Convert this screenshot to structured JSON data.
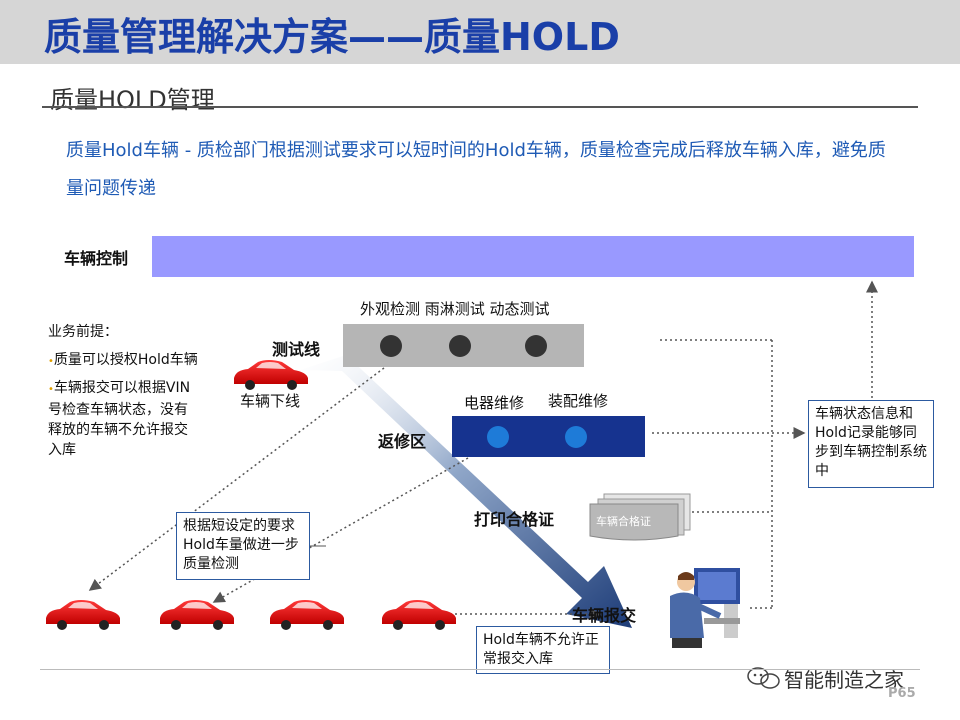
{
  "header": {
    "title": "质量管理解决方案——质量HOLD",
    "subtitle": "质量HOLD管理"
  },
  "intro": {
    "text": "质量Hold车辆 - 质检部门根据测试要求可以短时间的Hold车辆，质量检查完成后释放车辆入库，避免质量问题传递"
  },
  "control": {
    "label": "车辆控制"
  },
  "premise": {
    "title": "业务前提：",
    "items": [
      "质量可以授权Hold车辆",
      "车辆报交可以根据VIN号检查车辆状态，没有释放的车辆不允许报交入库"
    ]
  },
  "stations": {
    "test_header": "外观检测 雨淋测试 动态测试",
    "test_line": "测试线",
    "offline": "车辆下线",
    "repair_header_1": "电器维修",
    "repair_header_2": "装配维修",
    "repair_area": "返修区",
    "print_cert": "打印合格证",
    "cert_doc": "车辆合格证",
    "submit": "车辆报交"
  },
  "notes": {
    "status_sync": "车辆状态信息和Hold记录能够同步到车辆控制系统中",
    "hold_check": "根据短设定的要求Hold车量做进一步质量检测",
    "hold_block": "Hold车辆不允许正常报交入库"
  },
  "footer": {
    "watermark": "智能制造之家",
    "page": "P65"
  },
  "colors": {
    "title_blue": "#1a3fa8",
    "intro_blue": "#1f5bb5",
    "control_bar": "#9999ff",
    "repair_box": "#16338f",
    "car_red": "#e01010"
  }
}
